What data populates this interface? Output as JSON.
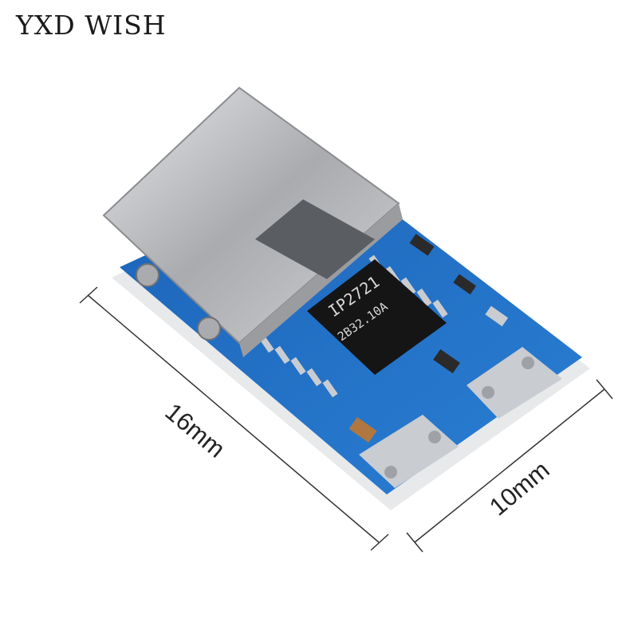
{
  "brand": {
    "name": "YXD WISH"
  },
  "product": {
    "chip_model": "IP2721",
    "chip_marking": "2B32.10A"
  },
  "dimensions": {
    "length_label": "16mm",
    "width_label": "10mm"
  },
  "colors": {
    "pcb": "#1f6ec4",
    "connector": "#b7b9bc",
    "pad": "#c9ccd0",
    "chip": "#151515"
  }
}
